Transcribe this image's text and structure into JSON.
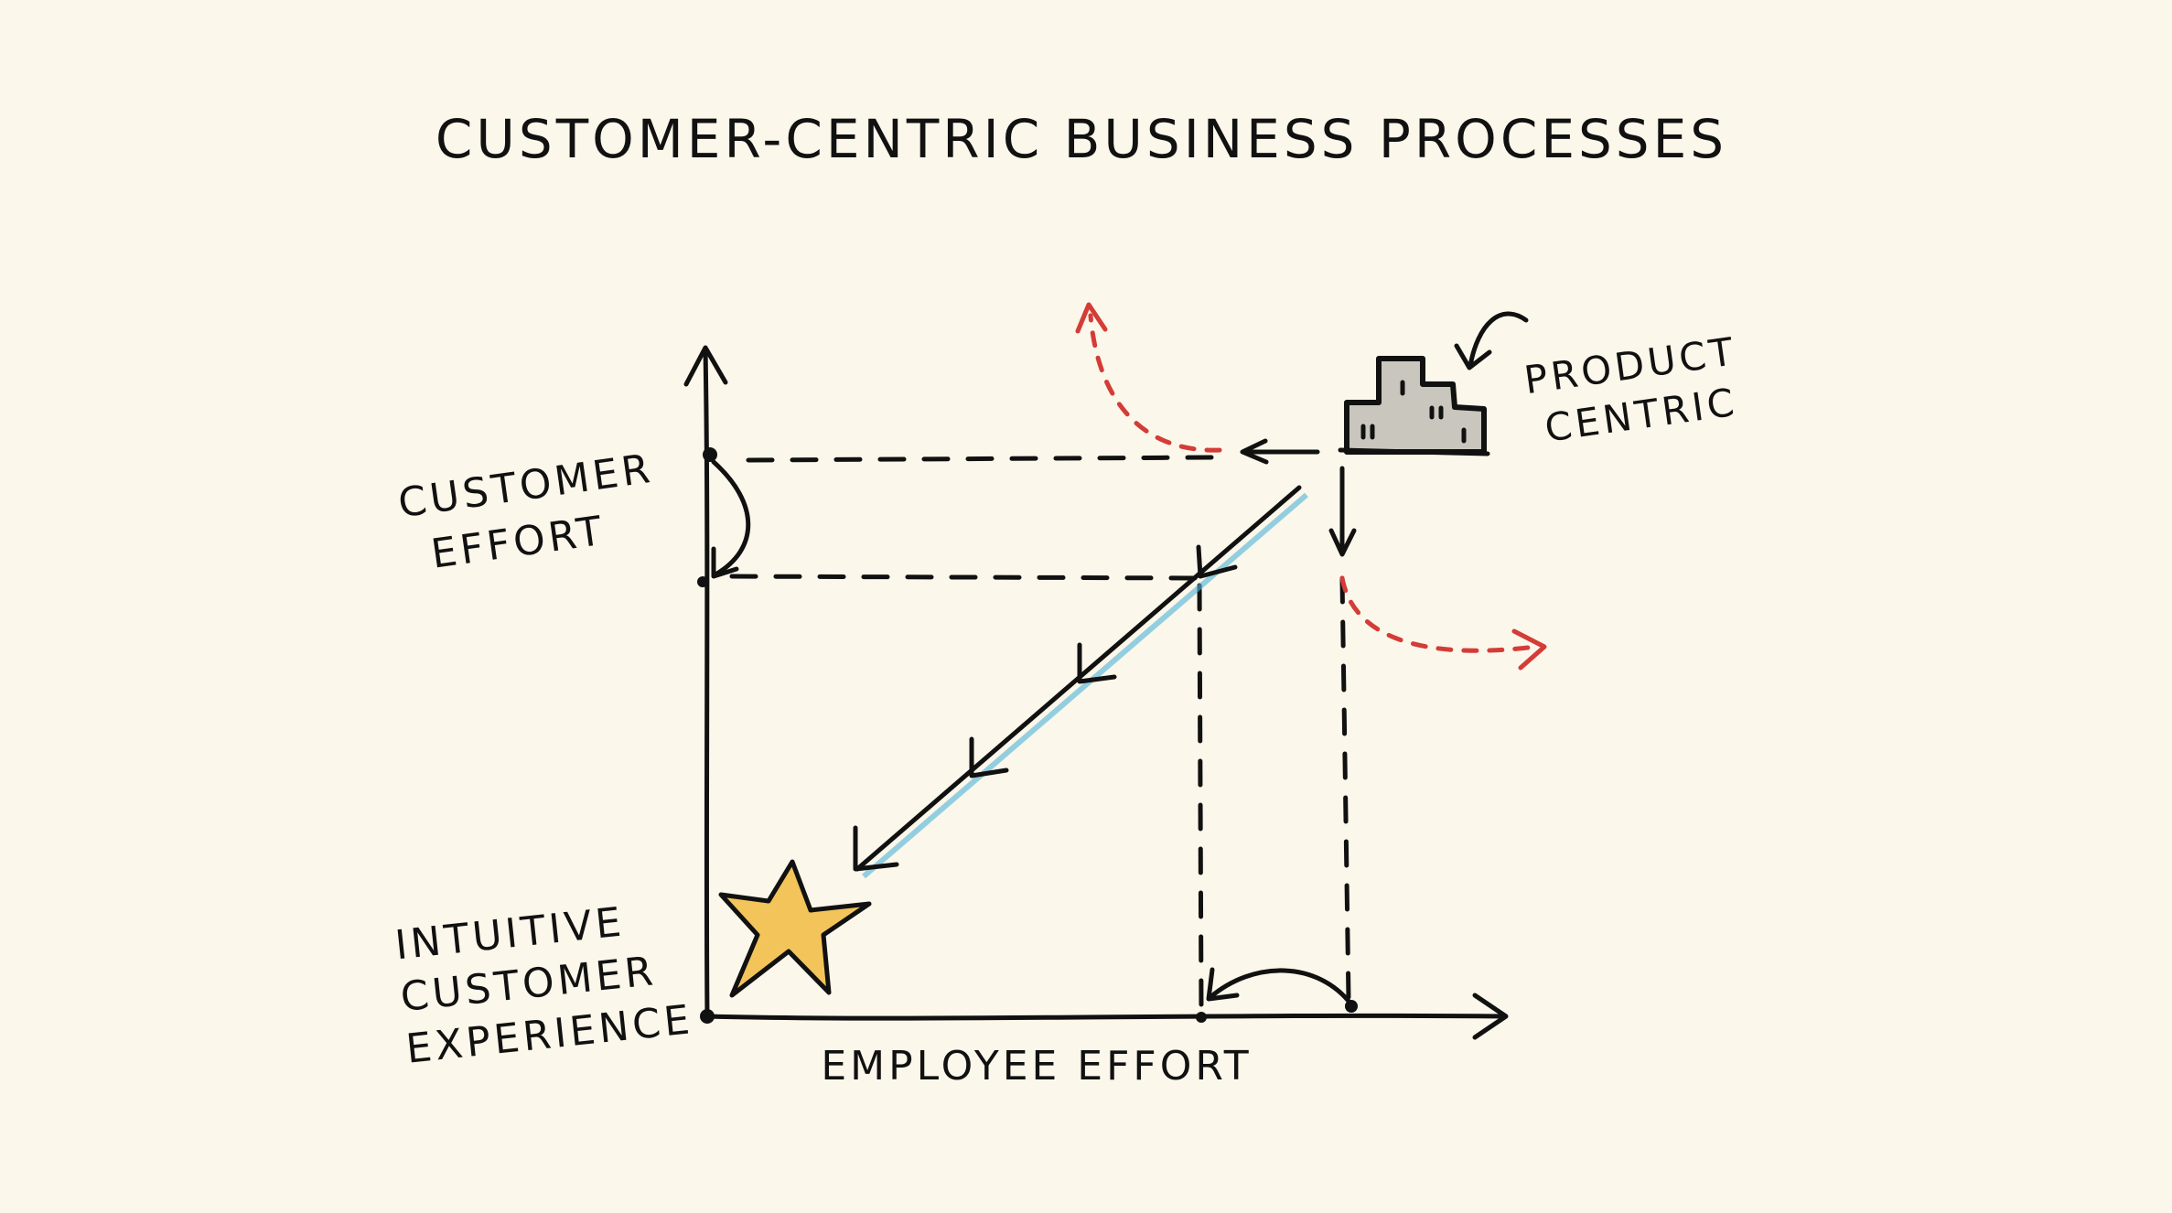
{
  "title": "CUSTOMER-CENTRIC BUSINESS PROCESSES",
  "labels": {
    "y_axis": [
      "CUSTOMER",
      "EFFORT"
    ],
    "x_axis": "EMPLOYEE EFFORT",
    "origin": [
      "INTUITIVE",
      "CUSTOMER",
      "EXPERIENCE"
    ],
    "product": [
      "PRODUCT",
      "CENTRIC"
    ]
  },
  "colors": {
    "background": "#fbf7ea",
    "ink": "#111111",
    "accent_red": "#d43c37",
    "star": "#f2c45a",
    "building": "#c9c6bd"
  },
  "icons": [
    "star-icon",
    "building-icon"
  ]
}
